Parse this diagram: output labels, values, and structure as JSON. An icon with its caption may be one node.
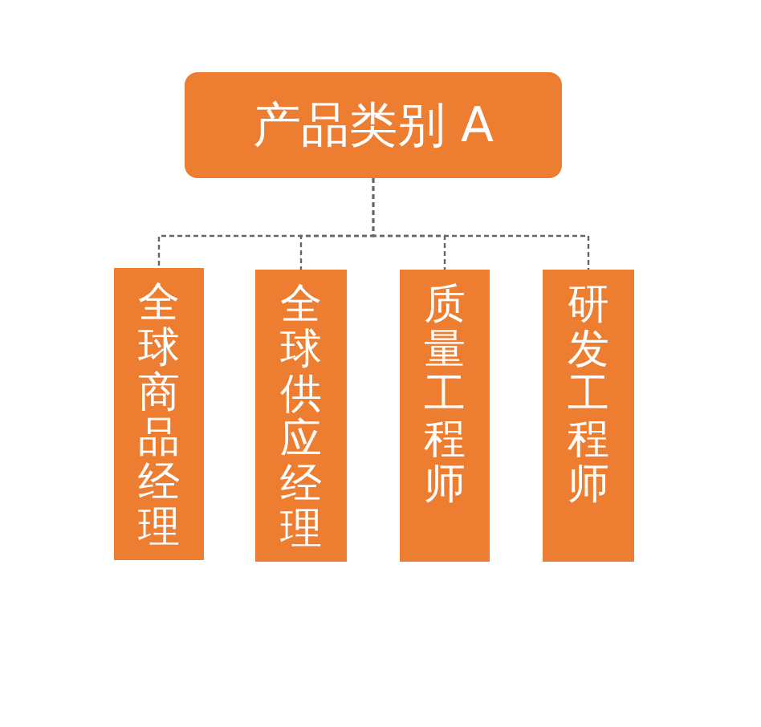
{
  "diagram": {
    "nodes": [
      {
        "text": [
          "产品类别 A"
        ]
      },
      {
        "text": [
          "全球商品经理"
        ]
      },
      {
        "text": [
          "全球供应经理"
        ]
      },
      {
        "text": [
          "质量工程师"
        ]
      },
      {
        "text": [
          "研发工程师"
        ]
      }
    ],
    "edges": [
      {
        "from": 0,
        "to": 1,
        "arrow": "none",
        "style": "dashed"
      },
      {
        "from": 0,
        "to": 2,
        "arrow": "none",
        "style": "dashed"
      },
      {
        "from": 0,
        "to": 3,
        "arrow": "none",
        "style": "dashed"
      },
      {
        "from": 0,
        "to": 4,
        "arrow": "none",
        "style": "dashed"
      }
    ]
  }
}
